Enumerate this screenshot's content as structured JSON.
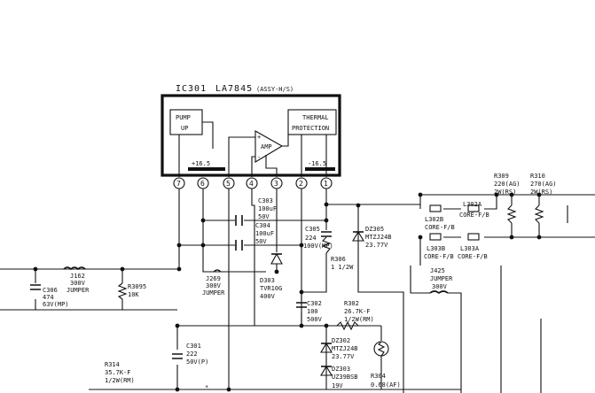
{
  "ic": {
    "ref": "IC301",
    "part": "LA7845",
    "suffix": "(ASSY-H/S)",
    "blocks": {
      "pump_up_line1": "PUMP",
      "pump_up_line2": "UP",
      "thermal_line1": "THERMAL",
      "thermal_line2": "PROTECTION",
      "amp": "AMP",
      "plus_supply": "+16.5",
      "minus_supply": "-16.5"
    },
    "pins": [
      "7",
      "6",
      "5",
      "4",
      "3",
      "2",
      "1"
    ]
  },
  "components": {
    "c303": {
      "ref": "C303",
      "value": "100uF",
      "rating": "50V"
    },
    "c304": {
      "ref": "C304",
      "value": "100uF",
      "rating": "50V"
    },
    "d303": {
      "ref": "D303",
      "type": "TVR10G",
      "rating": "400V"
    },
    "j269": {
      "ref": "J269",
      "rating": "300V",
      "type": "JUMPER"
    },
    "j162": {
      "ref": "J162",
      "rating": "300V",
      "type": "JUMPER"
    },
    "c306": {
      "ref": "C306",
      "value": "474",
      "rating": "63V(MP)"
    },
    "r3095": {
      "ref": "R3095",
      "value": "10K"
    },
    "c305": {
      "ref": "C305",
      "value": "224",
      "rating": "100V(MP)"
    },
    "r306": {
      "ref": "R306",
      "value": "1 1/2W"
    },
    "dz305": {
      "ref": "DZ305",
      "type": "MTZJ24B",
      "rating": "23.77V"
    },
    "c302": {
      "ref": "C302",
      "value": "100",
      "rating": "500V"
    },
    "r302": {
      "ref": "R302",
      "value": "26.7K-F",
      "rating": "1/2W(RM)"
    },
    "dz302": {
      "ref": "DZ302",
      "type": "MTZJ24B",
      "rating": "23.77V"
    },
    "dz303": {
      "ref": "DZ303",
      "type": "UZ39BSB",
      "rating": "19V"
    },
    "r304": {
      "ref": "R304",
      "value": "0.68(AF)"
    },
    "c301": {
      "ref": "C301",
      "value": "222",
      "rating": "50V(P)"
    },
    "r314": {
      "ref": "R314",
      "value": "35.7K-F",
      "rating": "1/2W(RM)"
    },
    "l302b": {
      "ref": "L302B",
      "type": "CORE-F/B"
    },
    "l303b": {
      "ref": "L303B",
      "type": "CORE-F/B"
    },
    "l302a": {
      "ref": "L302A",
      "type": "CORE-F/B"
    },
    "l303a": {
      "ref": "L303A",
      "type": "CORE-F/B"
    },
    "r309": {
      "ref": "R309",
      "value": "220(AG)",
      "rating": "2W(RS)"
    },
    "r310": {
      "ref": "R310",
      "value": "270(AG)",
      "rating": "2W(RS)"
    },
    "j425": {
      "ref": "J425",
      "type": "JUMPER",
      "rating": "300V"
    }
  },
  "misc": {
    "asterisk": "*"
  }
}
